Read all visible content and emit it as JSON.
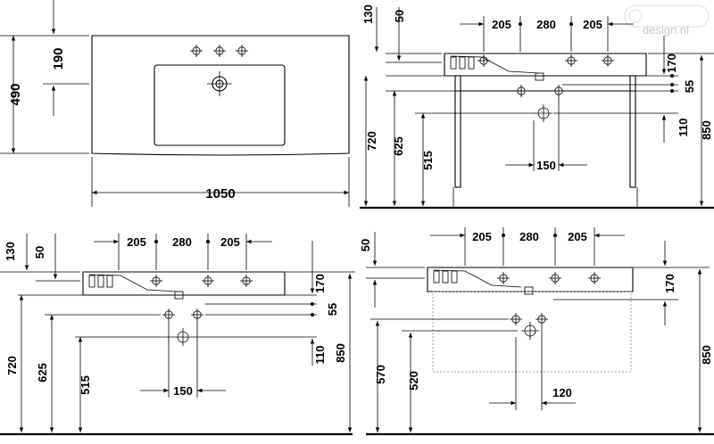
{
  "watermark": "design.nl",
  "views": {
    "top": {
      "width": "1050",
      "depth": "490",
      "tap_offset": "190"
    },
    "front_frame": {
      "tap_centers": [
        "205",
        "280",
        "205"
      ],
      "rim_offset": "130",
      "deck": "50",
      "basin_height": "170",
      "outlet_gap": "55",
      "waste_drop": "110",
      "overall_height": "850",
      "frame_height": "720",
      "waste_height": "625",
      "trap_height": "515",
      "waste_spacing": "150"
    },
    "front_wall": {
      "tap_centers": [
        "205",
        "280",
        "205"
      ],
      "rim_offset": "130",
      "deck": "50",
      "basin_height": "170",
      "outlet_gap": "55",
      "waste_drop": "110",
      "overall_height": "850",
      "frame_height": "720",
      "waste_height": "625",
      "trap_height": "515",
      "waste_spacing": "150"
    },
    "front_furniture": {
      "tap_centers": [
        "205",
        "280",
        "205"
      ],
      "deck": "50",
      "basin_height": "170",
      "overall_height": "850",
      "supply_height": "570",
      "waste_height": "520",
      "waste_spacing": "120"
    }
  }
}
